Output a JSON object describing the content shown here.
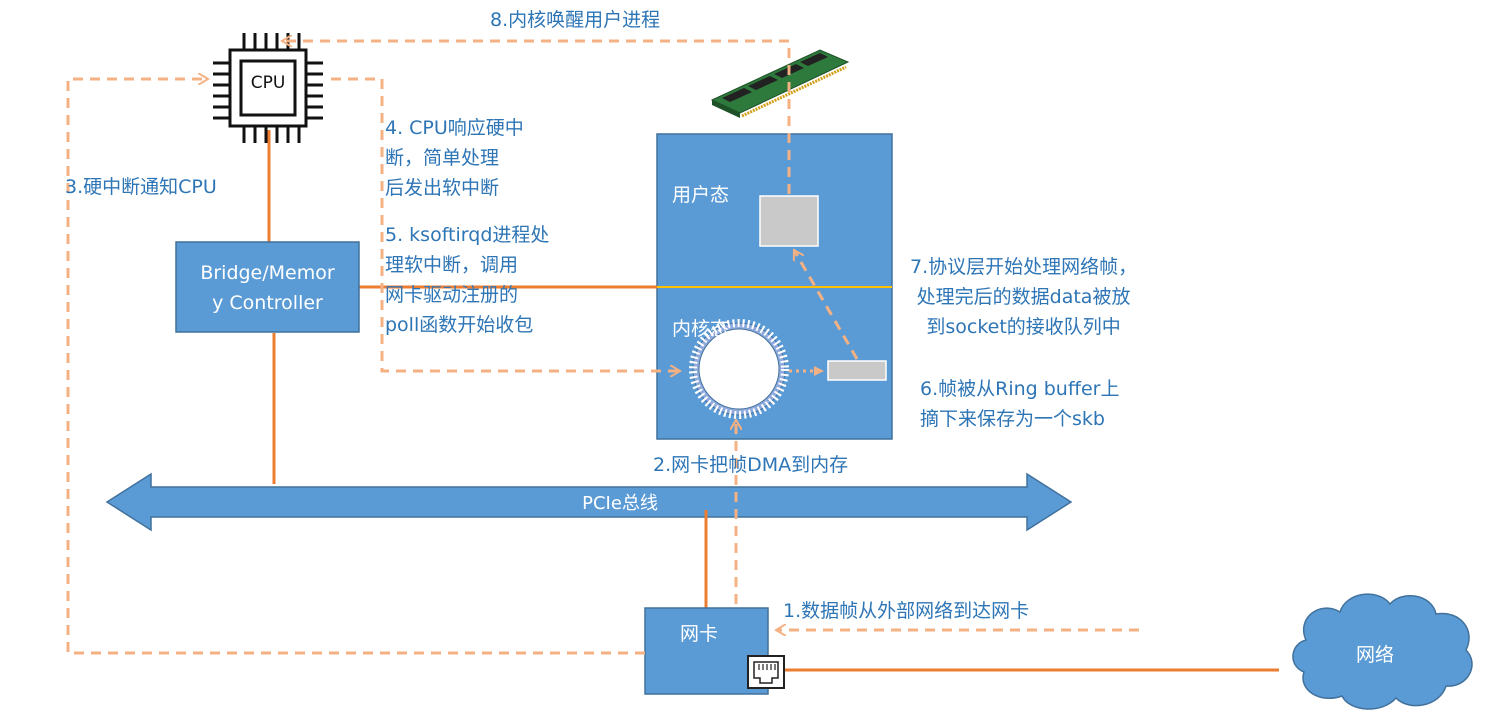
{
  "cpu": {
    "label": "CPU"
  },
  "bridge": {
    "label": "Bridge/Memor\ny Controller"
  },
  "memory_box": {
    "user_space": "用户态",
    "kernel_space": "内核态"
  },
  "bus": {
    "label": "PCIe总线"
  },
  "nic": {
    "label": "网卡"
  },
  "network": {
    "label": "网络"
  },
  "steps": {
    "s1": "1.数据帧从外部网络到达网卡",
    "s2": "2.网卡把帧DMA到内存",
    "s3": "3.硬中断通知CPU",
    "s4": "4. CPU响应硬中\n断，简单处理\n后发出软中断",
    "s5": "5. ksoftirqd进程处\n理软中断，调用\n网卡驱动注册的\npoll函数开始收包",
    "s6": "6.帧被从Ring buffer上\n摘下来保存为一个skb",
    "s7": "7.协议层开始处理网络帧，\n处理完后的数据data被放\n到socket的接收队列中",
    "s8": "8.内核唤醒用户进程"
  },
  "colors": {
    "box_fill": "#5b9bd5",
    "box_stroke": "#41719c",
    "label_text": "#2e75b6",
    "orange_line": "#ed7d31",
    "dashed_line": "#f4b183",
    "divider": "#ffc000",
    "ring_border": "#8faadc",
    "buffer_fill": "#c9c9c9"
  },
  "icons": [
    "cpu-chip-icon",
    "ram-module-icon",
    "ethernet-port-icon",
    "cloud-icon"
  ]
}
